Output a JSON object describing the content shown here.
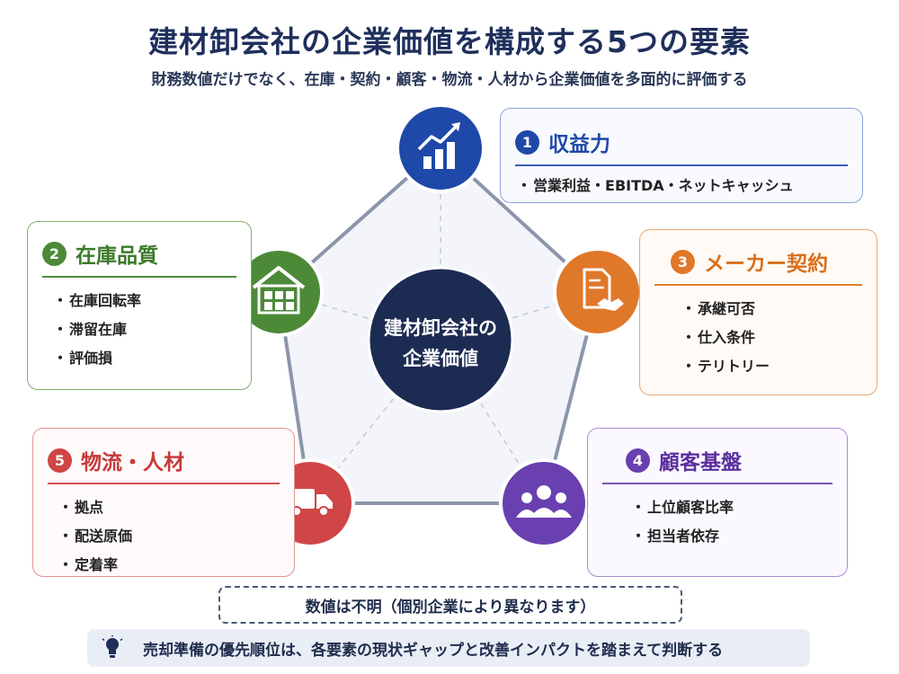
{
  "header": {
    "title": "建材卸会社の企業価値を構成する5つの要素",
    "subtitle": "財務数値だけでなく、在庫・契約・顧客・物流・人材から企業価値を多面的に評価する"
  },
  "center": {
    "line1": "建材卸会社の",
    "line2": "企業価値",
    "color": "#1c2b52"
  },
  "elements": [
    {
      "num": "1",
      "title": "収益力",
      "items": [
        "営業利益・EBITDA・ネットキャッシュ"
      ],
      "color": "#1f49a8",
      "icon": "growth-chart-icon"
    },
    {
      "num": "2",
      "title": "在庫品質",
      "items": [
        "在庫回転率",
        "滞留在庫",
        "評価損"
      ],
      "color": "#4c8a38",
      "icon": "warehouse-icon"
    },
    {
      "num": "3",
      "title": "メーカー契約",
      "items": [
        "承継可否",
        "仕入条件",
        "テリトリー"
      ],
      "color": "#e0782a",
      "icon": "contract-handshake-icon"
    },
    {
      "num": "4",
      "title": "顧客基盤",
      "items": [
        "上位顧客比率",
        "担当者依存"
      ],
      "color": "#6a3fb0",
      "icon": "customers-icon"
    },
    {
      "num": "5",
      "title": "物流・人材",
      "items": [
        "拠点",
        "配送原価",
        "定着率"
      ],
      "color": "#d04545",
      "icon": "delivery-truck-icon"
    }
  ],
  "note": "数値は不明（個別企業により異なります）",
  "tip": {
    "text": "売却準備の優先順位は、各要素の現状ギャップと改善インパクトを踏まえて判断する",
    "icon": "lightbulb-icon"
  }
}
